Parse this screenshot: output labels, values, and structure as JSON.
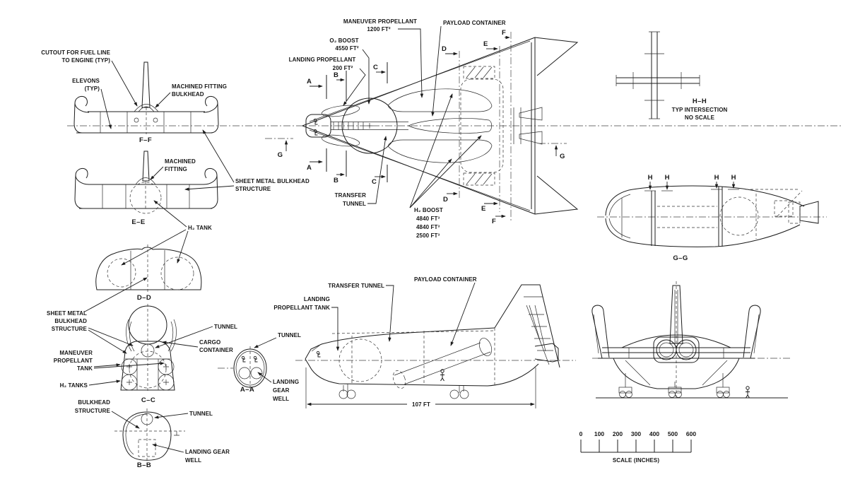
{
  "meta": {
    "background": "#ffffff",
    "ink": "#1c1c1c"
  },
  "cuts": {
    "A": "A",
    "B": "B",
    "C": "C",
    "D": "D",
    "E": "E",
    "F": "F",
    "G": "G",
    "H": "H"
  },
  "ff": {
    "caption": "F–F",
    "cutout1": "CUTOUT FOR FUEL LINE",
    "cutout2": "TO ENGINE (TYP)",
    "elevons1": "ELEVONS",
    "elevons2": "(TYP)",
    "fitting1": "MACHINED FITTING",
    "fitting2": "BULKHEAD"
  },
  "ee": {
    "caption": "E–E",
    "fitting1": "MACHINED",
    "fitting2": "FITTING",
    "sheet1": "SHEET METAL BULKHEAD",
    "sheet2": "STRUCTURE",
    "h2tank": "H₂ TANK"
  },
  "dd": {
    "caption": "D–D"
  },
  "cc": {
    "caption": "C–C",
    "sheet1": "SHEET METAL",
    "sheet2": "BULKHEAD",
    "sheet3": "STRUCTURE",
    "maneuver1": "MANEUVER",
    "maneuver2": "PROPELLANT",
    "maneuver3": "TANK",
    "h2tanks": "H₂ TANKS",
    "tunnel": "TUNNEL",
    "cargo1": "CARGO",
    "cargo2": "CONTAINER"
  },
  "bb": {
    "caption": "B–B",
    "bulkhead1": "BULKHEAD",
    "bulkhead2": "STRUCTURE",
    "tunnel": "TUNNEL",
    "gear1": "LANDING GEAR",
    "gear2": "WELL"
  },
  "aa": {
    "caption": "A–A",
    "tunnel": "TUNNEL",
    "gear1": "LANDING",
    "gear2": "GEAR",
    "gear3": "WELL"
  },
  "plan": {
    "maneuver1": "MANEUVER PROPELLANT",
    "maneuver2": "1200 FT²",
    "o2boost1": "O₂ BOOST",
    "o2boost2": "4550 FT²",
    "landing1": "LANDING PROPELLANT",
    "landing2": "200 FT²",
    "payload": "PAYLOAD CONTAINER",
    "transfer1": "TRANSFER",
    "transfer2": "TUNNEL",
    "h2boost1": "H₂ BOOST",
    "h2boost2": "4840 FT³",
    "h2boost3": "4840 FT³",
    "h2boost4": "2500 FT³"
  },
  "hh": {
    "caption1": "H–H",
    "caption2": "TYP INTERSECTION",
    "caption3": "NO SCALE"
  },
  "gg": {
    "caption": "G–G"
  },
  "side": {
    "transfer": "TRANSFER TUNNEL",
    "payload": "PAYLOAD CONTAINER",
    "landing1": "LANDING",
    "landing2": "PROPELLANT TANK",
    "dim": "107 FT"
  },
  "scalebar": {
    "ticks": [
      "0",
      "100",
      "200",
      "300",
      "400",
      "500",
      "600"
    ],
    "caption": "SCALE (INCHES)"
  }
}
